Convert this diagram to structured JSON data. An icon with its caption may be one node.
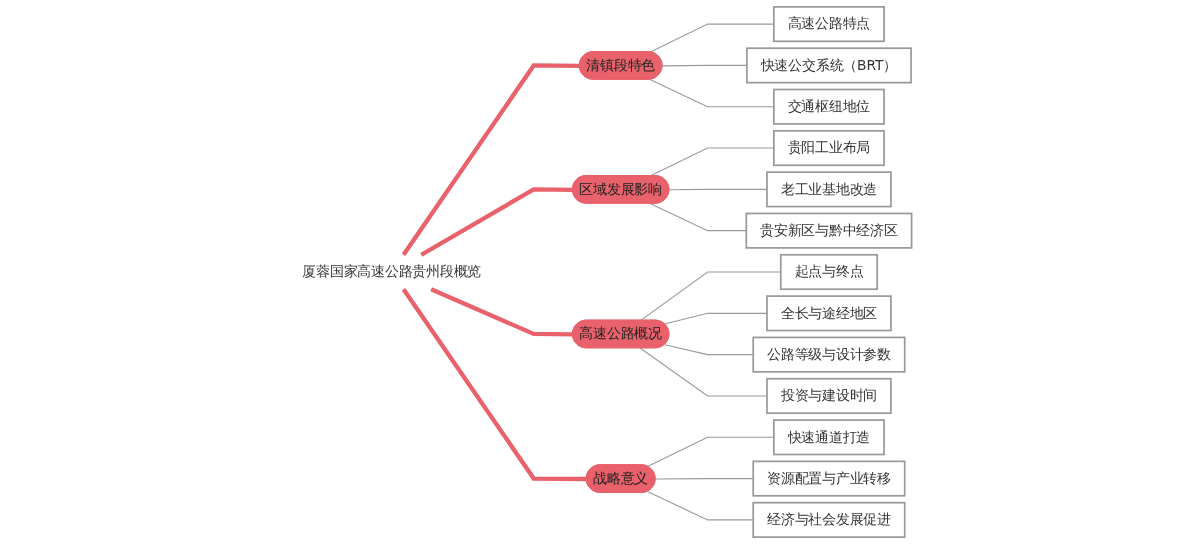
{
  "diagram": {
    "nodes": [
      {
        "text": [
          "厦蓉国家高速公路贵州段概览"
        ]
      },
      {
        "text": [
          "清镇段特色"
        ]
      },
      {
        "text": [
          "区域发展影响"
        ]
      },
      {
        "text": [
          "高速公路概况"
        ]
      },
      {
        "text": [
          "战略意义"
        ]
      },
      {
        "text": [
          "高速公路特点"
        ]
      },
      {
        "text": [
          "快速公交系统（BRT）"
        ]
      },
      {
        "text": [
          "交通枢纽地位"
        ]
      },
      {
        "text": [
          "贵阳工业布局"
        ]
      },
      {
        "text": [
          "老工业基地改造"
        ]
      },
      {
        "text": [
          "贵安新区与黔中经济区"
        ]
      },
      {
        "text": [
          "起点与终点"
        ]
      },
      {
        "text": [
          "全长与途经地区"
        ]
      },
      {
        "text": [
          "公路等级与设计参数"
        ]
      },
      {
        "text": [
          "投资与建设时间"
        ]
      },
      {
        "text": [
          "快速通道打造"
        ]
      },
      {
        "text": [
          "资源配置与产业转移"
        ]
      },
      {
        "text": [
          "经济与社会发展促进"
        ]
      }
    ],
    "edges": [
      {
        "from": 0,
        "to": 1,
        "arrow": "none",
        "style": "thick",
        "color": "#e8616b"
      },
      {
        "from": 0,
        "to": 2,
        "arrow": "none",
        "style": "thick",
        "color": "#e8616b"
      },
      {
        "from": 0,
        "to": 3,
        "arrow": "none",
        "style": "thick",
        "color": "#e8616b"
      },
      {
        "from": 0,
        "to": 4,
        "arrow": "none",
        "style": "thick",
        "color": "#e8616b"
      },
      {
        "from": 1,
        "to": 5,
        "arrow": "none"
      },
      {
        "from": 1,
        "to": 6,
        "arrow": "none"
      },
      {
        "from": 1,
        "to": 7,
        "arrow": "none"
      },
      {
        "from": 2,
        "to": 8,
        "arrow": "none"
      },
      {
        "from": 2,
        "to": 9,
        "arrow": "none"
      },
      {
        "from": 2,
        "to": 10,
        "arrow": "none"
      },
      {
        "from": 3,
        "to": 11,
        "arrow": "none"
      },
      {
        "from": 3,
        "to": 12,
        "arrow": "none"
      },
      {
        "from": 3,
        "to": 13,
        "arrow": "none"
      },
      {
        "from": 3,
        "to": 14,
        "arrow": "none"
      },
      {
        "from": 4,
        "to": 15,
        "arrow": "none"
      },
      {
        "from": 4,
        "to": 16,
        "arrow": "none"
      },
      {
        "from": 4,
        "to": 17,
        "arrow": "none"
      }
    ]
  }
}
